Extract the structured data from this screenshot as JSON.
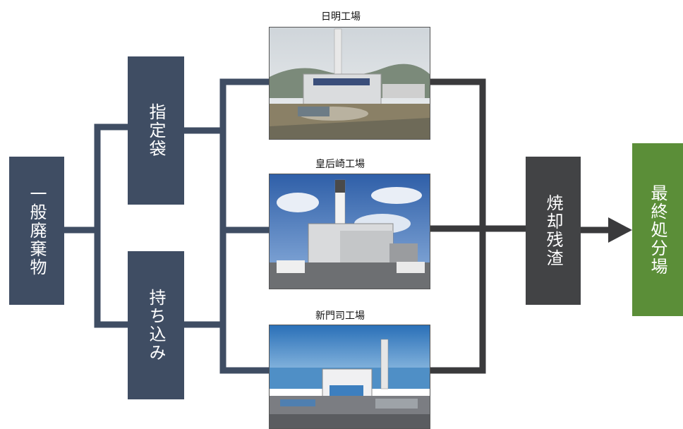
{
  "nodes": {
    "source": "一般廃棄物",
    "designated_bag": "指定袋",
    "carry_in": "持ち込み",
    "residue": "焼却残渣",
    "final_disposal": "最終処分場"
  },
  "plants": [
    {
      "name": "日明工場",
      "photo": "incineration plant photo"
    },
    {
      "name": "皇后崎工場",
      "photo": "incineration plant photo"
    },
    {
      "name": "新門司工場",
      "photo": "incineration plant photo"
    }
  ],
  "colors": {
    "box_blue": "#3f4d63",
    "box_gray": "#424345",
    "box_green": "#5b8e38",
    "line": "#3f4d63",
    "line_dark": "#3a3a3c"
  }
}
